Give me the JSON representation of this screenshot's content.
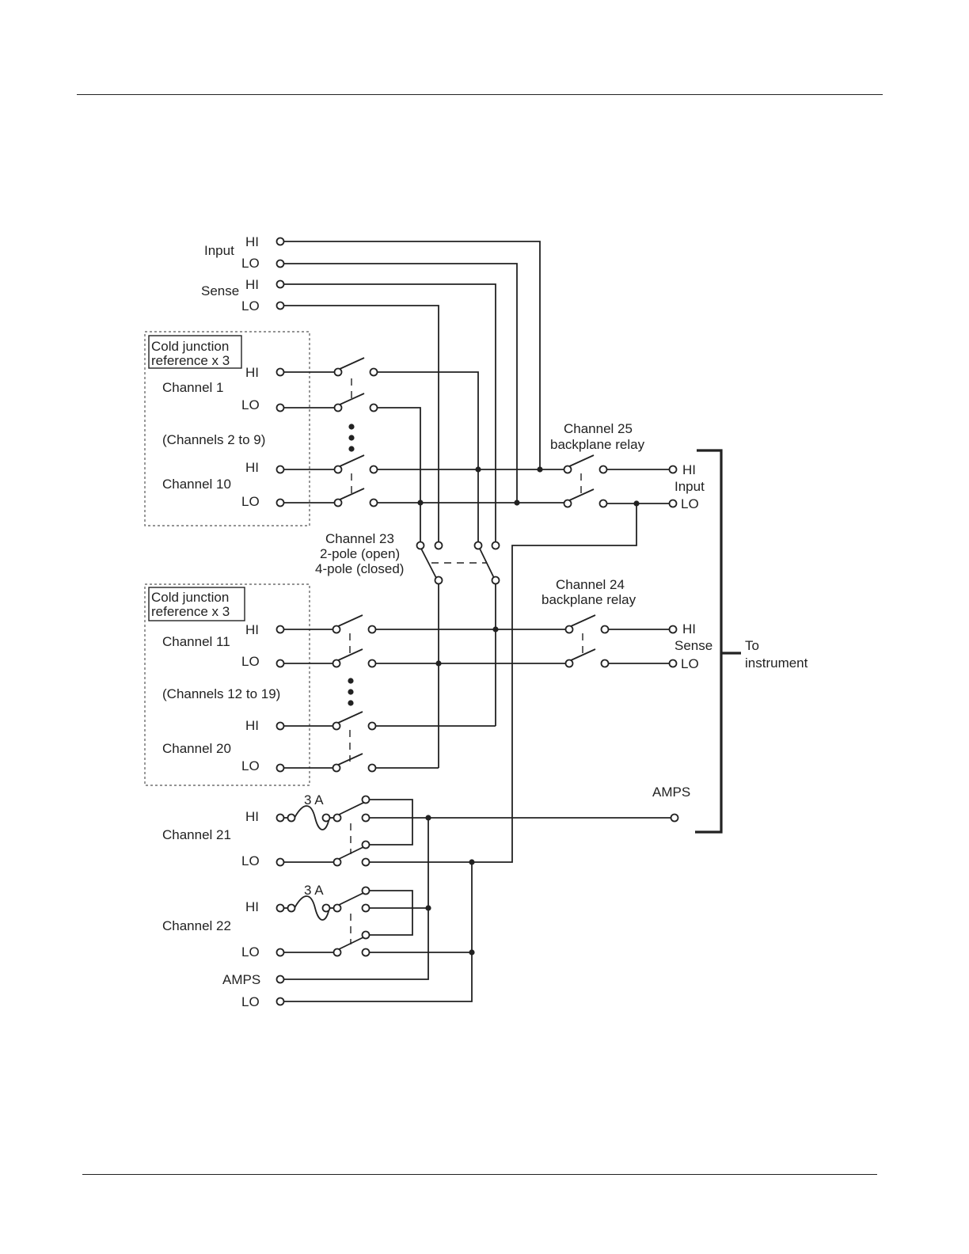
{
  "labels": {
    "input": "Input",
    "sense": "Sense",
    "hi": "HI",
    "lo": "LO",
    "amps": "AMPS",
    "cold_junction_line1": "Cold junction",
    "cold_junction_line2": "reference x 3",
    "channel_1": "Channel 1",
    "channels_2_9": "(Channels 2 to 9)",
    "channel_10": "Channel 10",
    "channel_11": "Channel 11",
    "channels_12_19": "(Channels 12 to 19)",
    "channel_20": "Channel 20",
    "channel_21": "Channel 21",
    "channel_22": "Channel 22",
    "fuse": "3 A",
    "ch23_line1": "Channel 23",
    "ch23_line2": "2-pole (open)",
    "ch23_line3": "4-pole (closed)",
    "ch25_line1": "Channel 25",
    "ch25_line2": "backplane relay",
    "ch24_line1": "Channel 24",
    "ch24_line2": "backplane relay",
    "to_instrument_line1": "To",
    "to_instrument_line2": "instrument"
  }
}
